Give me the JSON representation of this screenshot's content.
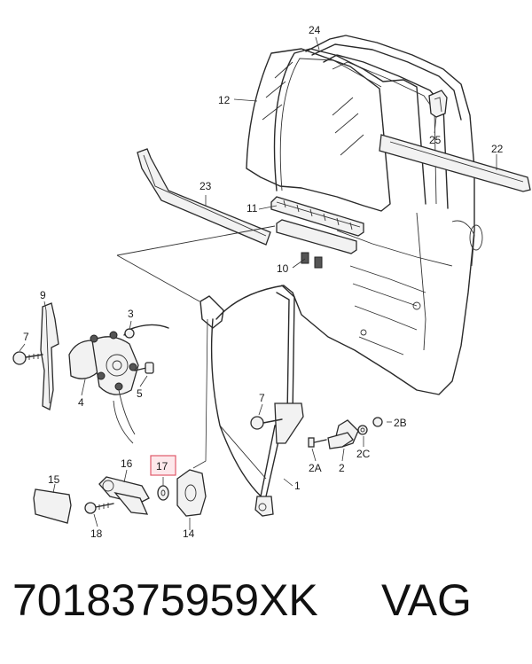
{
  "callouts": {
    "c24": "24",
    "c12": "12",
    "c25": "25",
    "c22": "22",
    "c23": "23",
    "c11": "11",
    "c10": "10",
    "c9": "9",
    "c3": "3",
    "c7a": "7",
    "c4": "4",
    "c5": "5",
    "c7b": "7",
    "c2b": "2B",
    "c2a": "2A",
    "c2": "2",
    "c2c": "2C",
    "c1": "1",
    "c15": "15",
    "c16": "16",
    "c17": "17",
    "c18": "18",
    "c14": "14"
  },
  "highlight_color": "#e05a6a",
  "footer": {
    "part_number": "7018375959XK",
    "brand": "VAG"
  }
}
